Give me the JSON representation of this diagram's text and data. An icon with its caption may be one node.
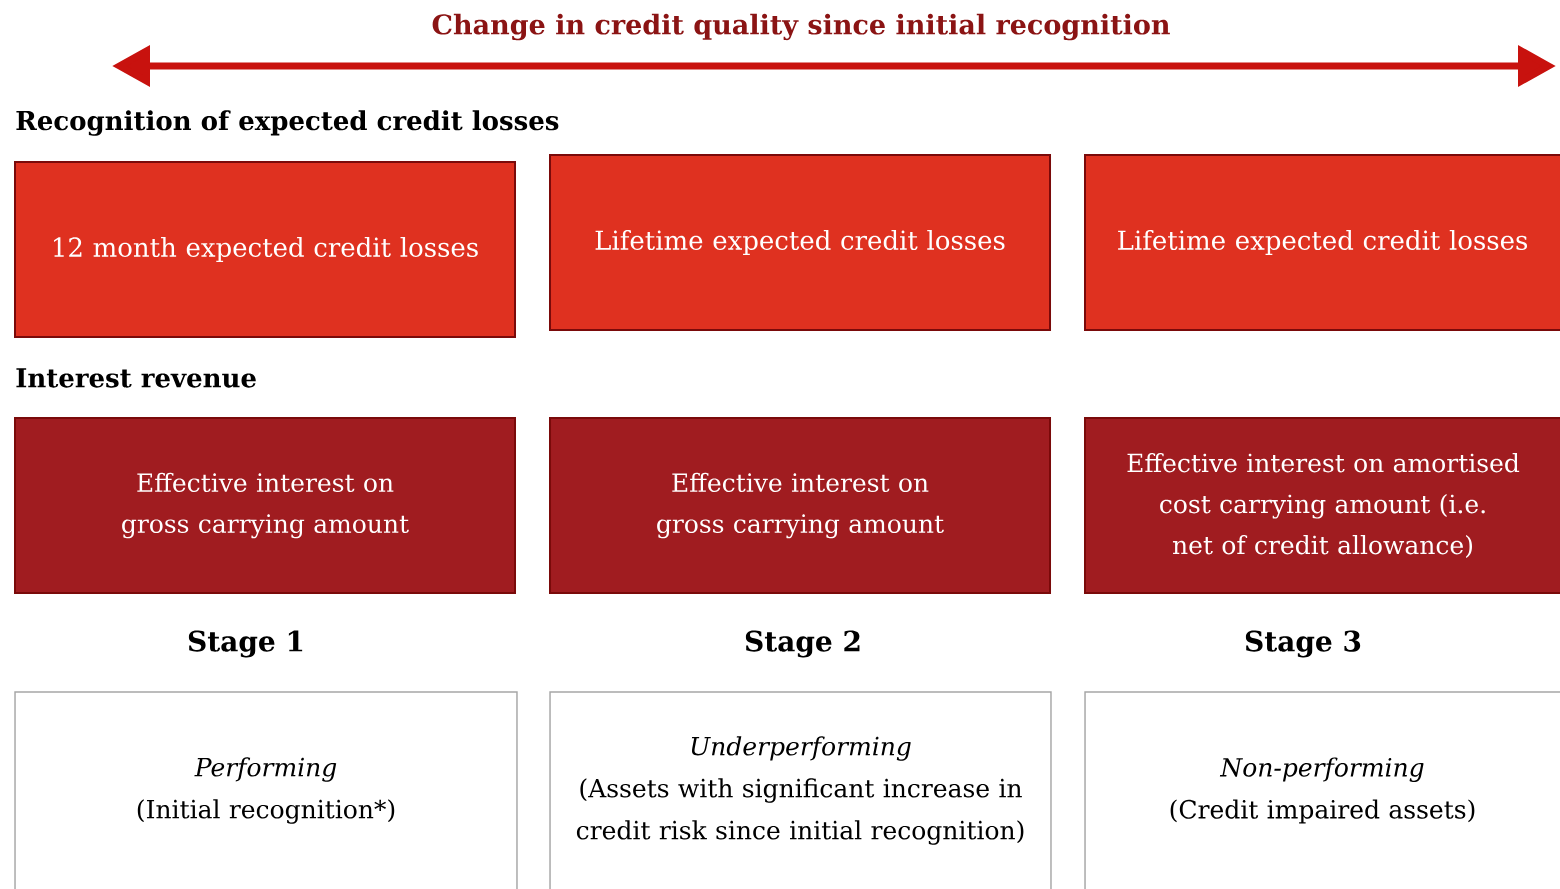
{
  "diagram": {
    "title": "Change in credit quality since initial recognition",
    "nodes": [
      {
        "text": [
          "12 month expected credit losses"
        ]
      },
      {
        "text": [
          "Lifetime expected credit losses"
        ]
      },
      {
        "text": [
          "Lifetime expected credit losses"
        ]
      },
      {
        "text": [
          "Effective interest on gross carrying amount"
        ]
      },
      {
        "text": [
          "Effective interest on gross carrying amount"
        ]
      },
      {
        "text": [
          "Effective interest on amortised cost carrying amount (i.e. net of credit allowance)"
        ]
      },
      {
        "text": [
          "Performing",
          "(Initial recognition*)"
        ]
      },
      {
        "text": [
          "Underperforming",
          "(Assets with significant increase in credit risk since initial recognition)"
        ]
      },
      {
        "text": [
          "Non-performing",
          "(Credit impaired assets)"
        ]
      }
    ],
    "edges": [],
    "labels": [
      "Recognition of expected credit losses",
      "Interest revenue",
      "Stage 1",
      "Stage 2",
      "Stage 3"
    ]
  }
}
